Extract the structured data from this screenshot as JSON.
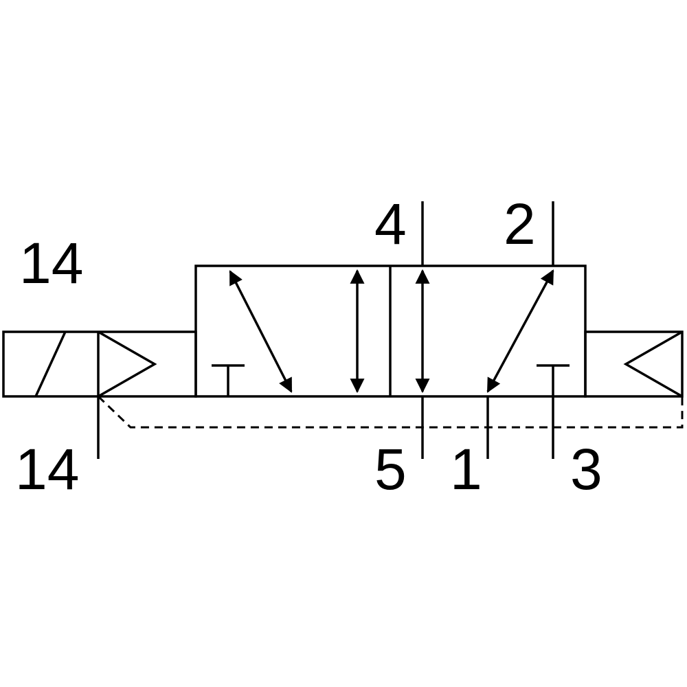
{
  "diagram": {
    "labels": {
      "pilot_top": "14",
      "pilot_bottom": "14",
      "port_4": "4",
      "port_2": "2",
      "port_5": "5",
      "port_1": "1",
      "port_3": "3"
    },
    "colors": {
      "stroke": "#000000",
      "background": "#ffffff"
    }
  }
}
